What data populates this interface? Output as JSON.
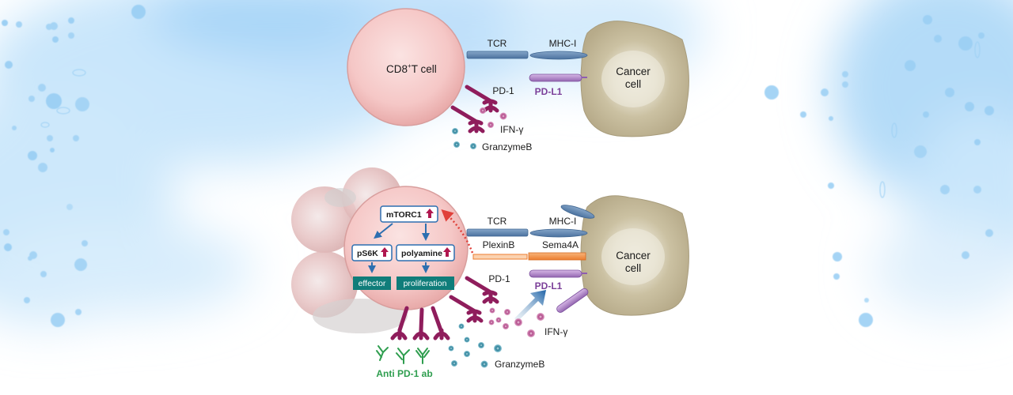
{
  "figure": {
    "top_panel": {
      "t_cell_label": "CD8",
      "t_cell_superscript": "+",
      "t_cell_suffix": "T cell",
      "tcr_label": "TCR",
      "mhc_label": "MHC-I",
      "pd1_label": "PD-1",
      "pdl1_label": "PD-L1",
      "ifng_label": "IFN-γ",
      "granzyme_label": "GranzymeB",
      "cancer_label_line1": "Cancer",
      "cancer_label_line2": "cell"
    },
    "bottom_panel": {
      "tcr_label": "TCR",
      "mhc_label": "MHC-I",
      "plexin_label": "PlexinB",
      "sema_label": "Sema4A",
      "pd1_label": "PD-1",
      "pdl1_label": "PD-L1",
      "ifng_label": "IFN-γ",
      "granzyme_label": "GranzymeB",
      "antibody_label": "Anti PD-1 ab",
      "cancer_label_line1": "Cancer",
      "cancer_label_line2": "cell",
      "pathway": {
        "mtorc1": "mTORC1",
        "ps6k": "pS6K",
        "polyamine": "polyamine",
        "effector": "effector",
        "proliferation": "proliferation",
        "up_indicator": "up-arrow"
      }
    },
    "colors": {
      "t_cell": "#f6c9c9",
      "cancer_cell": "#cbc1a2",
      "tcr": "#5d84b0",
      "pd1": "#8f1d5c",
      "pdl1": "#a97cc4",
      "plexin_sema": "#f0904a",
      "ifng": "#c0629a",
      "granzyme": "#3d93a8",
      "antibody": "#2f9e4f",
      "output_box": "#107d7a",
      "pathway_arrow": "#2d6fb0",
      "dotted_arrow": "#e0403a",
      "up_arrow": "#b0174f"
    }
  }
}
